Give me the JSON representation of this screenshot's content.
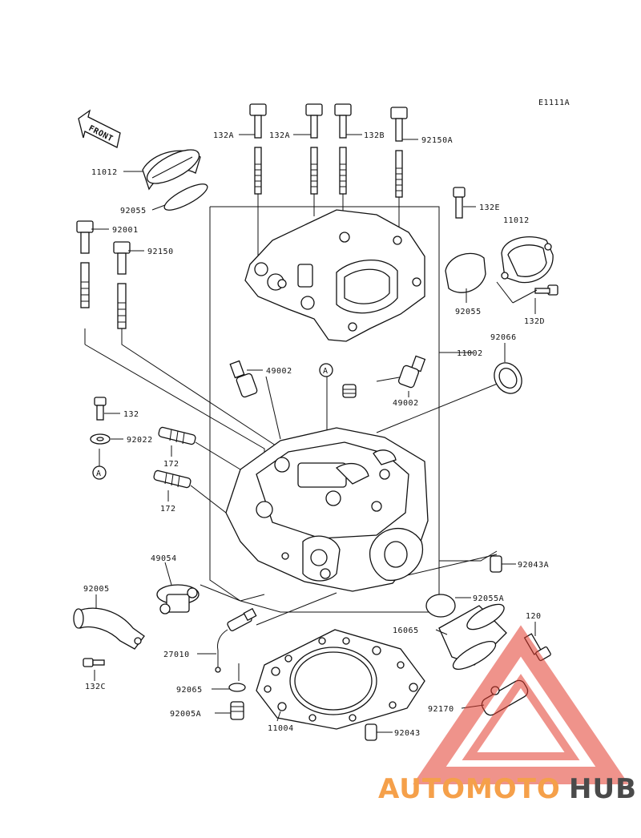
{
  "diagram": {
    "ref_code": "E1111A",
    "front_label": "FRONT",
    "callout_a": "A",
    "part_labels": {
      "p132A_1": "132A",
      "p132A_2": "132A",
      "p132B": "132B",
      "p92150A": "92150A",
      "p11012_top": "11012",
      "p92055_top": "92055",
      "p92001": "92001",
      "p92150": "92150",
      "p132E": "132E",
      "p11012_right": "11012",
      "p92055_right": "92055",
      "p132D": "132D",
      "p92066": "92066",
      "p11002": "11002",
      "p49002_left": "49002",
      "p49002_right": "49002",
      "p132": "132",
      "p92022": "92022",
      "p172_1": "172",
      "p172_2": "172",
      "p49054": "49054",
      "p92043A": "92043A",
      "p92005": "92005",
      "p92055A": "92055A",
      "p16065": "16065",
      "p120": "120",
      "p27010": "27010",
      "p92065": "92065",
      "p132C": "132C",
      "p92170": "92170",
      "p92005A": "92005A",
      "p11004": "11004",
      "p92043": "92043"
    }
  },
  "watermark": {
    "brand_left": "AUTOMOTO",
    "brand_right": "HUB",
    "color_left": "#f5a04a",
    "color_right": "#4a4a4a",
    "triangle_color": "#e23b2e"
  }
}
